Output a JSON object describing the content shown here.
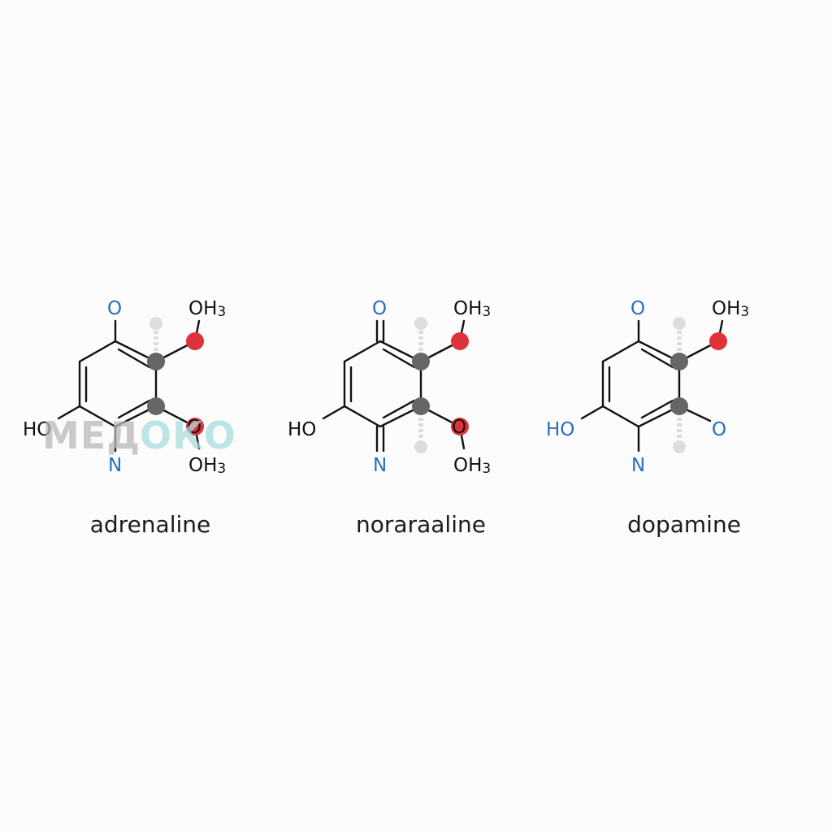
{
  "colors": {
    "bond": "#111111",
    "nitrogen_oxygen_text": "#2a6ebb",
    "oxygen_atom_fill": "#e0323c",
    "carbon_atom_fill": "#666666",
    "ghost_wedge": "#dddddd",
    "watermark_gray": "#b8b8b8",
    "watermark_teal": "#a8dede"
  },
  "watermark": {
    "part1": "МЕД",
    "part2": "ОКО"
  },
  "molecules": [
    {
      "name": "adrenaline",
      "top_label": "O",
      "top_label_color": "blue",
      "top_right_label": "OH",
      "top_right_sub": "3",
      "left_label": "HO",
      "bottom_label": "N",
      "bottom_right_label": "O",
      "bottom_right_suffix": "",
      "bottom_right_text_color": "black",
      "bottom_right_atom": "red",
      "bottom_right_extra": "OH",
      "bottom_right_extra_sub": "3"
    },
    {
      "name": "noraraaline",
      "top_label": "O",
      "top_label_color": "blue",
      "top_right_label": "OH",
      "top_right_sub": "3",
      "left_label": "HO",
      "bottom_label": "N",
      "bottom_right_label": "O",
      "bottom_right_suffix": "",
      "bottom_right_text_color": "black",
      "bottom_right_atom": "red",
      "bottom_right_extra": "OH",
      "bottom_right_extra_sub": "3"
    },
    {
      "name": "dopamine",
      "top_label": "O",
      "top_label_color": "blue",
      "top_right_label": "OH",
      "top_right_sub": "3",
      "left_label": "HO",
      "bottom_label": "N",
      "bottom_right_label": "O",
      "bottom_right_suffix": "",
      "bottom_right_text_color": "blue",
      "bottom_right_atom": "none",
      "bottom_right_extra": "",
      "bottom_right_extra_sub": ""
    }
  ]
}
